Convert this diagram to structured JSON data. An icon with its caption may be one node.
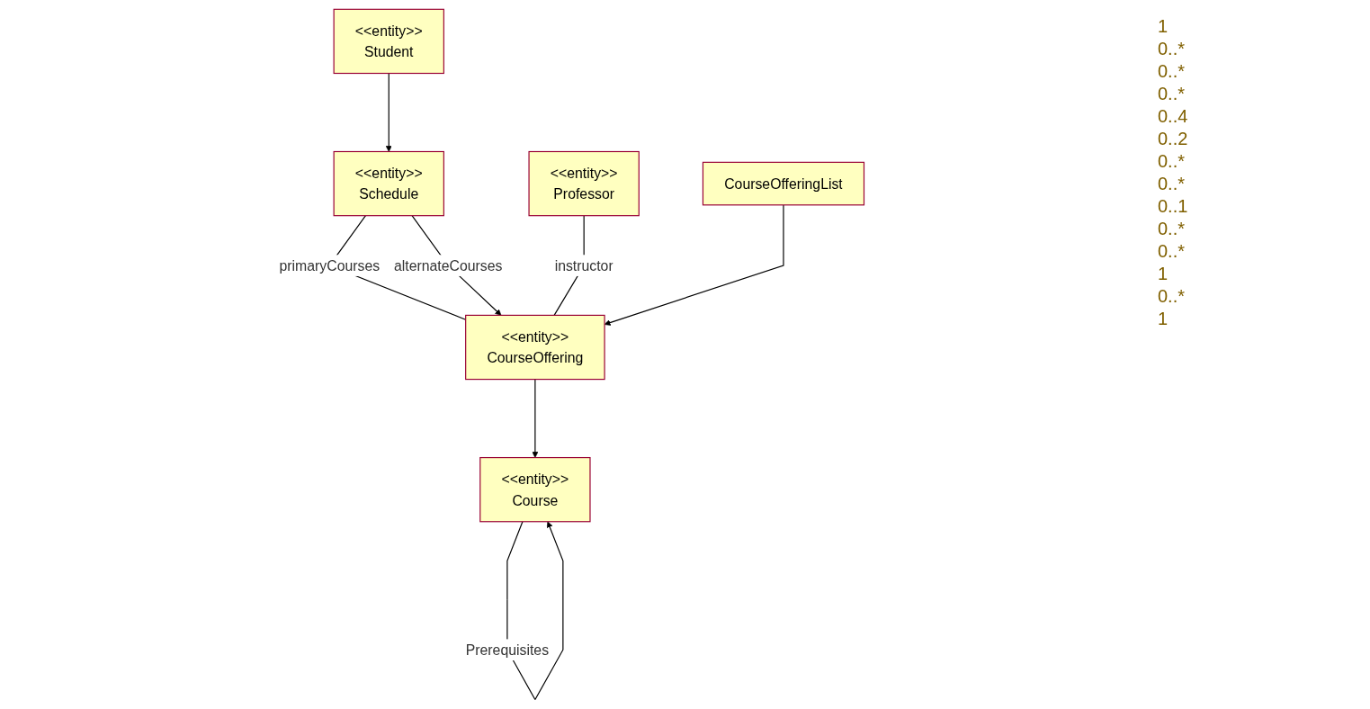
{
  "diagram": {
    "nodes": [
      {
        "text": [
          "<<entity>>",
          "Student"
        ]
      },
      {
        "text": [
          "<<entity>>",
          "Schedule"
        ]
      },
      {
        "text": [
          "<<entity>>",
          "Professor"
        ]
      },
      {
        "text": [
          "<<entity>>",
          "CourseOffering"
        ]
      },
      {
        "text": [
          "<<entity>>",
          "Course"
        ]
      },
      {
        "text": [
          "CourseOfferingList"
        ]
      }
    ],
    "edges": [
      {
        "from": 0,
        "to": 1,
        "arrow": "to"
      },
      {
        "from": 1,
        "to": 3,
        "arrow": "none",
        "label": "primaryCourses"
      },
      {
        "from": 1,
        "to": 3,
        "arrow": "to",
        "label": "alternateCourses"
      },
      {
        "from": 2,
        "to": 3,
        "arrow": "none",
        "label": "instructor"
      },
      {
        "from": 3,
        "to": 4,
        "arrow": "to"
      },
      {
        "from": 4,
        "to": 4,
        "arrow": "to",
        "label": "Prerequisites"
      },
      {
        "from": 5,
        "to": 3,
        "arrow": "to"
      }
    ],
    "labels": [
      "1",
      "0..*",
      "0..*",
      "0..*",
      "0..4",
      "0..2",
      "0..*",
      "0..*",
      "0..1",
      "0..*",
      "0..*",
      "1",
      "0..*",
      "1"
    ]
  }
}
